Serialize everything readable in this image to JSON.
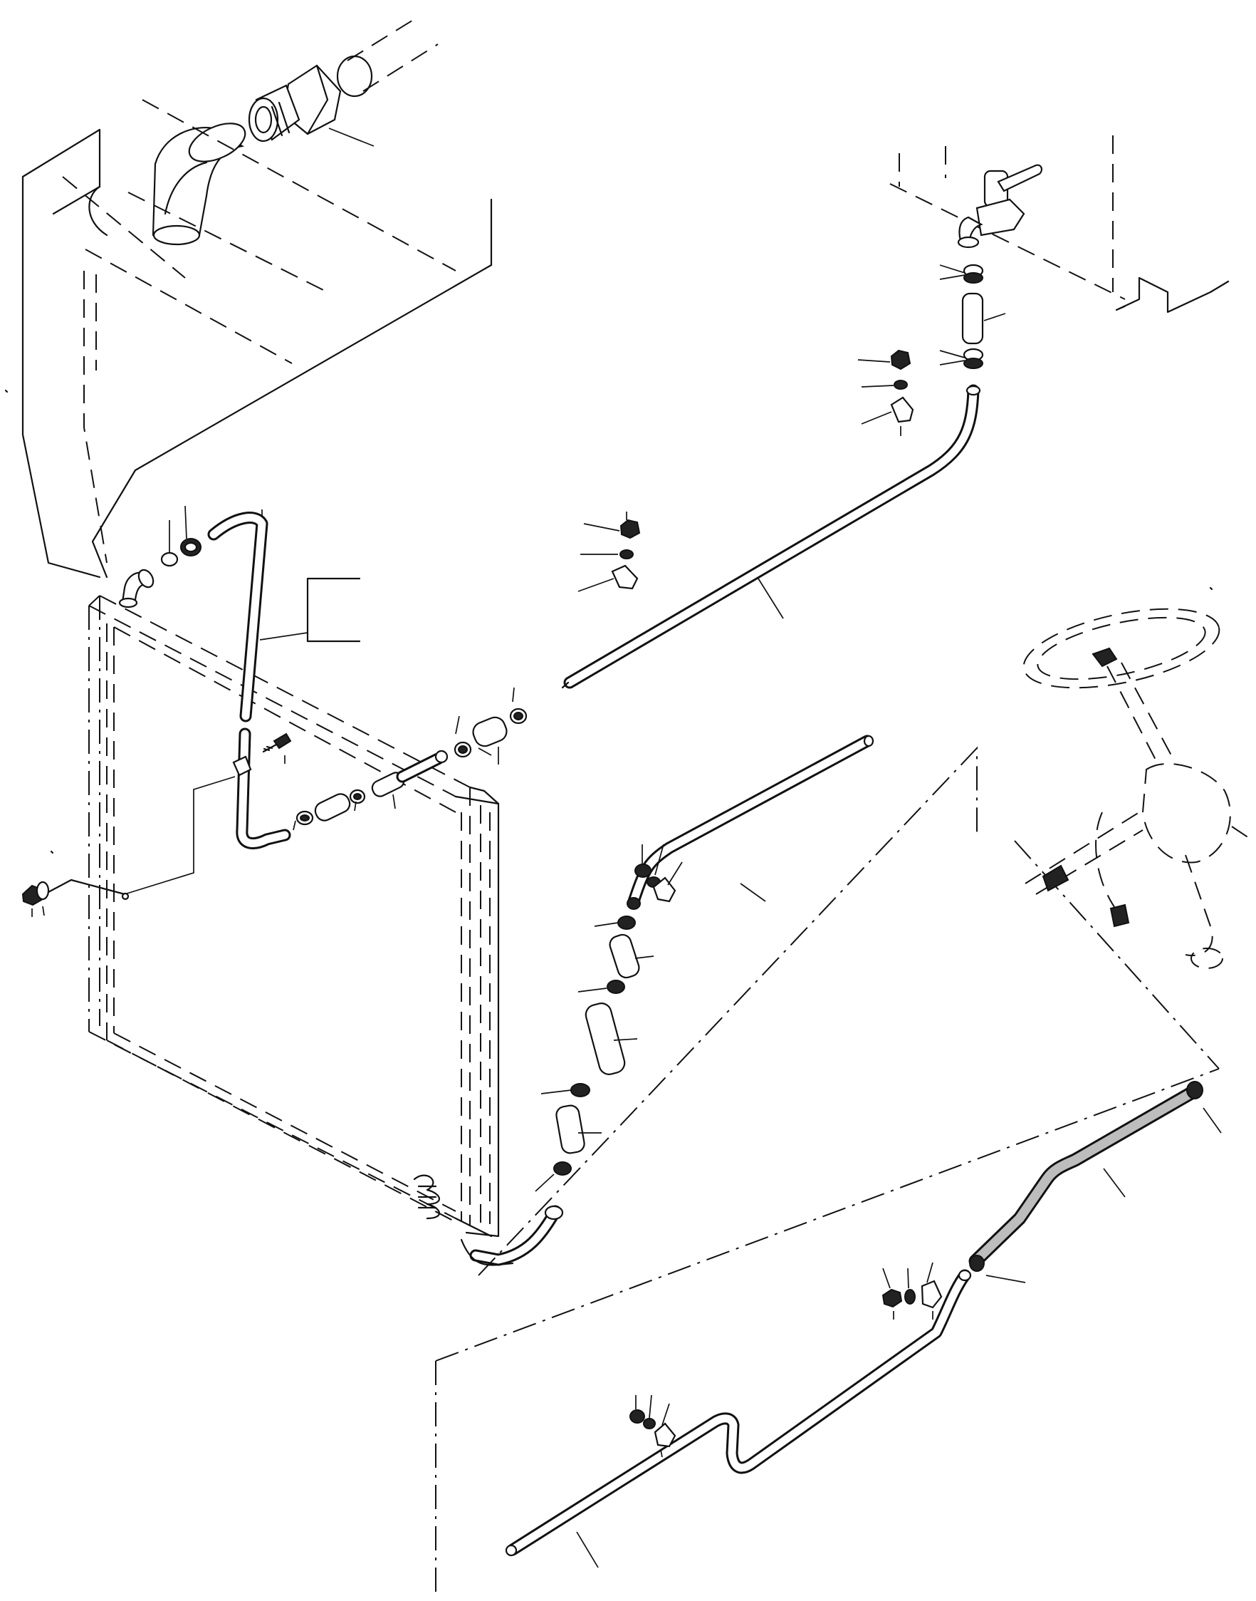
{
  "diagram": {
    "kind": "exploded parts drawing",
    "components": [
      "radiator-core",
      "upper-tank-elbow",
      "pipe-adapter",
      "threaded-connector",
      "return-pipe-upper",
      "hose-connectors",
      "hose-clamps",
      "mounting-clamps",
      "lower-pipe",
      "flexible-hose",
      "steering-unit"
    ],
    "labels": []
  }
}
